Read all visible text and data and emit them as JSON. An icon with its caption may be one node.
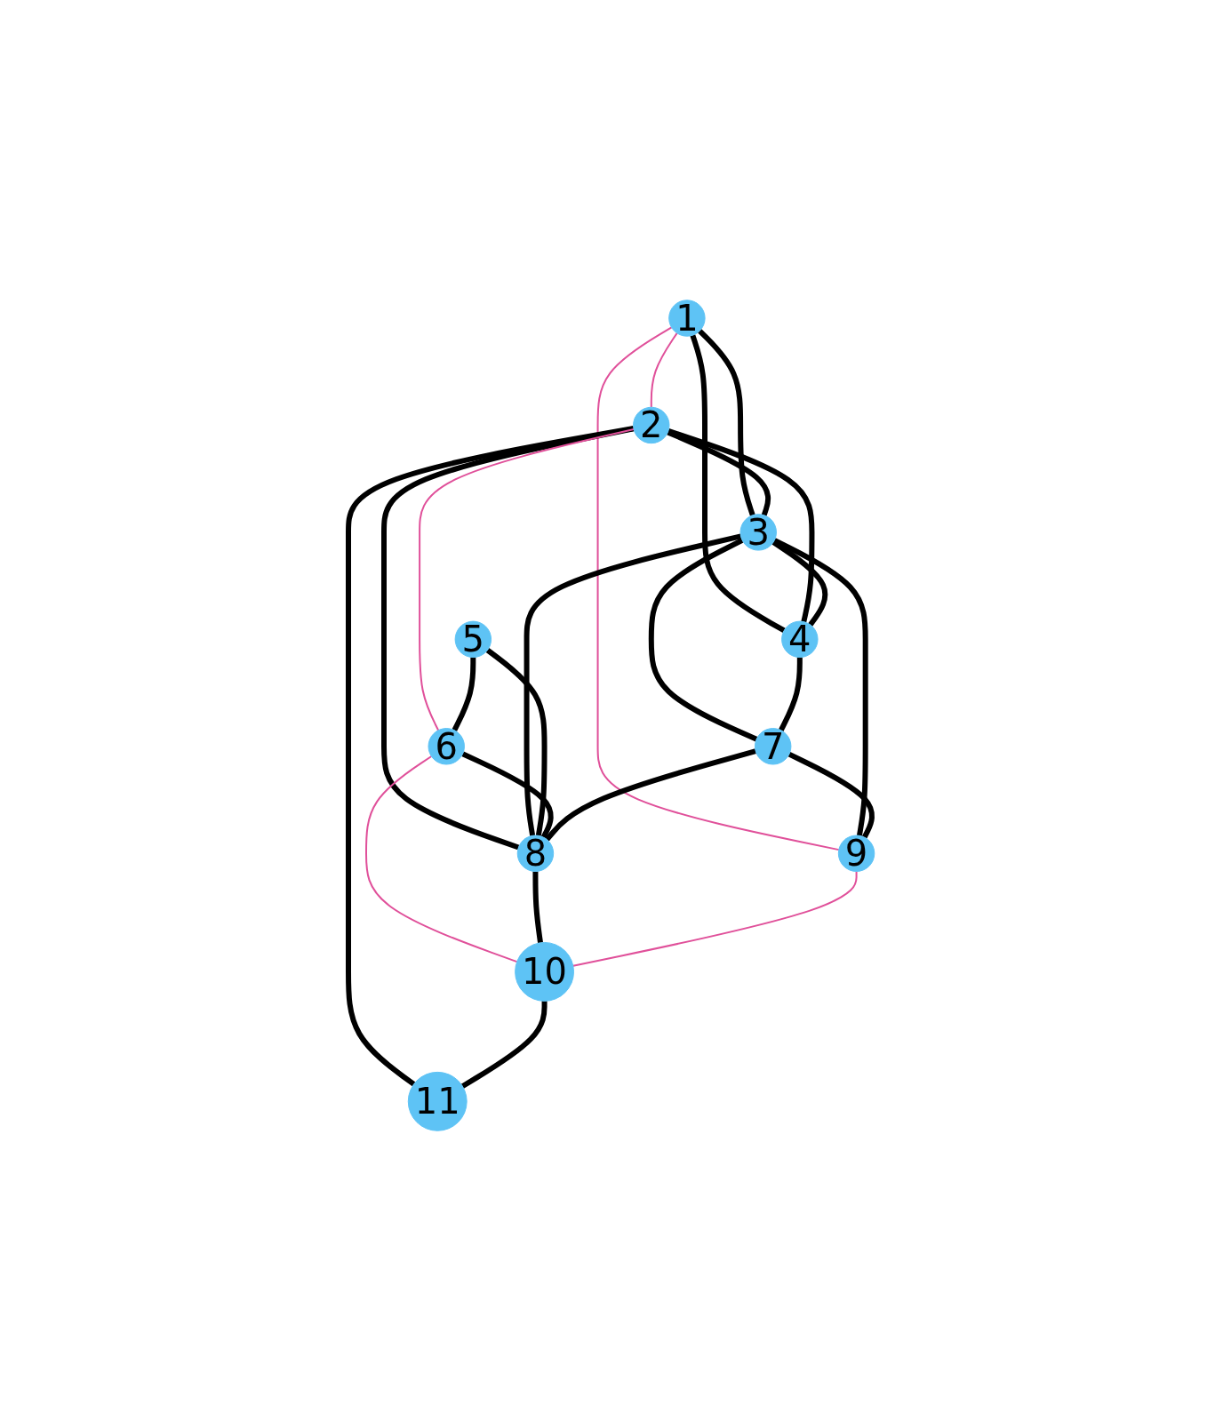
{
  "diagram": {
    "nodes": [
      {
        "text": [
          "1"
        ]
      },
      {
        "text": [
          "2"
        ]
      },
      {
        "text": [
          "3"
        ]
      },
      {
        "text": [
          "4"
        ]
      },
      {
        "text": [
          "5"
        ]
      },
      {
        "text": [
          "6"
        ]
      },
      {
        "text": [
          "7"
        ]
      },
      {
        "text": [
          "8"
        ]
      },
      {
        "text": [
          "9"
        ]
      },
      {
        "text": [
          "10"
        ]
      },
      {
        "text": [
          "11"
        ]
      }
    ],
    "edges": [
      {
        "from": 0,
        "to": 1,
        "arrow": "none",
        "color": "#e0509a"
      },
      {
        "from": 0,
        "to": 2,
        "arrow": "none"
      },
      {
        "from": 0,
        "to": 3,
        "arrow": "none"
      },
      {
        "from": 0,
        "to": 8,
        "arrow": "none",
        "color": "#e0509a"
      },
      {
        "from": 1,
        "to": 2,
        "arrow": "none"
      },
      {
        "from": 1,
        "to": 3,
        "arrow": "none"
      },
      {
        "from": 1,
        "to": 10,
        "arrow": "none"
      },
      {
        "from": 1,
        "to": 7,
        "arrow": "none"
      },
      {
        "from": 1,
        "to": 5,
        "arrow": "none",
        "color": "#e0509a"
      },
      {
        "from": 2,
        "to": 3,
        "arrow": "none"
      },
      {
        "from": 2,
        "to": 7,
        "arrow": "none"
      },
      {
        "from": 2,
        "to": 6,
        "arrow": "none"
      },
      {
        "from": 2,
        "to": 8,
        "arrow": "none"
      },
      {
        "from": 3,
        "to": 6,
        "arrow": "none"
      },
      {
        "from": 4,
        "to": 5,
        "arrow": "none"
      },
      {
        "from": 4,
        "to": 7,
        "arrow": "none"
      },
      {
        "from": 5,
        "to": 7,
        "arrow": "none"
      },
      {
        "from": 5,
        "to": 9,
        "arrow": "none",
        "color": "#e0509a"
      },
      {
        "from": 6,
        "to": 7,
        "arrow": "none"
      },
      {
        "from": 6,
        "to": 8,
        "arrow": "none"
      },
      {
        "from": 7,
        "to": 9,
        "arrow": "none"
      },
      {
        "from": 8,
        "to": 9,
        "arrow": "none",
        "color": "#e0509a"
      },
      {
        "from": 9,
        "to": 10,
        "arrow": "none"
      }
    ]
  }
}
